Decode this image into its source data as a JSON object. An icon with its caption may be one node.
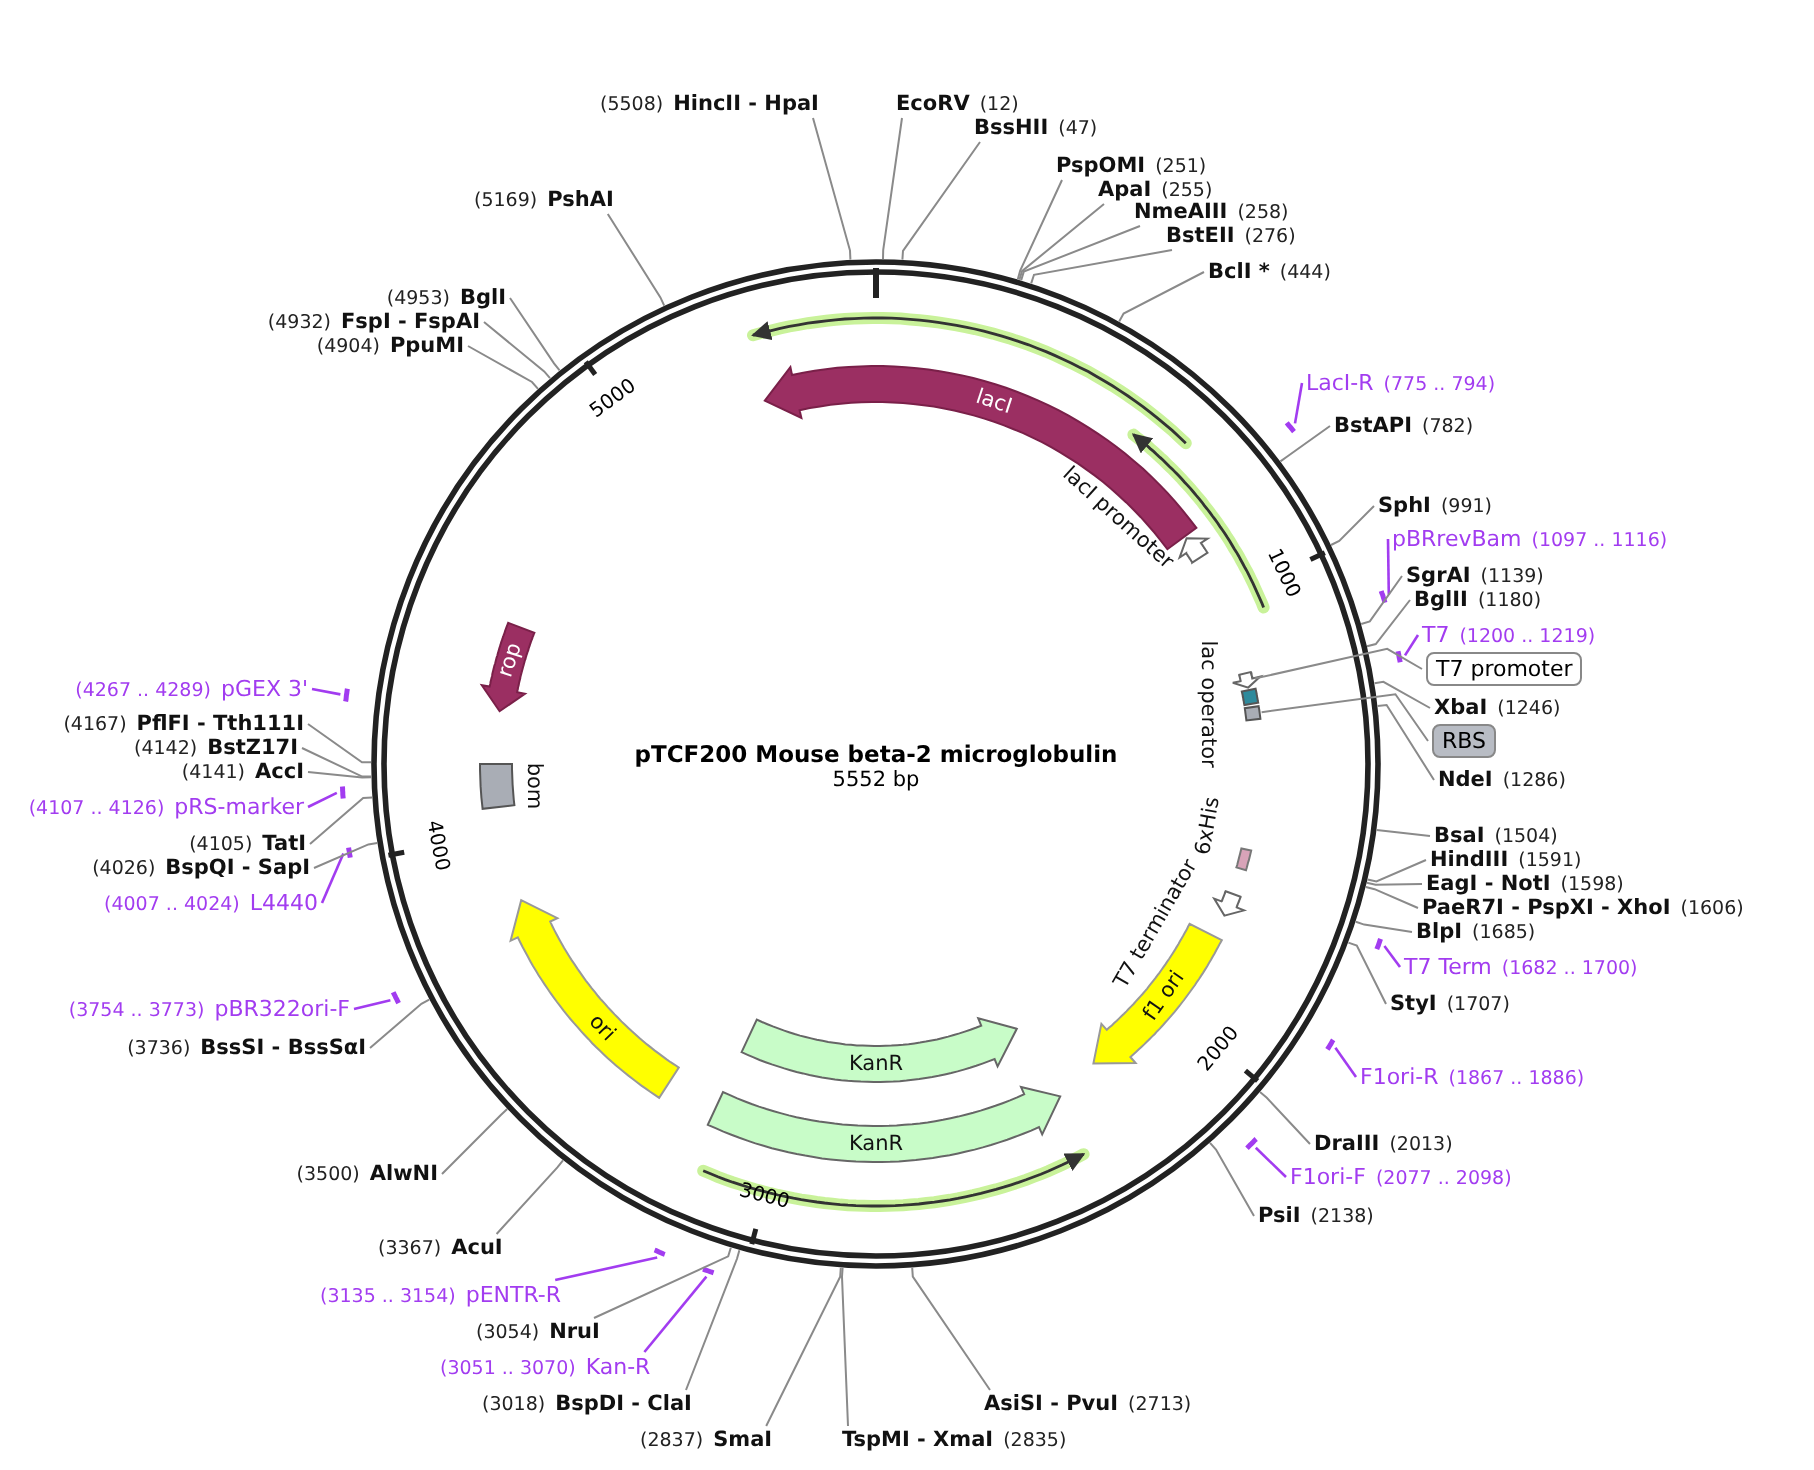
{
  "diagram": {
    "title": "pTCF200 Mouse beta-2 microglobulin",
    "nodes": [
      {
        "text": [
          "lacI"
        ]
      },
      {
        "text": [
          "lacI promoter"
        ]
      },
      {
        "text": [],
        "shape": "arrow"
      },
      {
        "text": [
          "lac operator"
        ]
      },
      {
        "text": [],
        "shape": "box"
      },
      {
        "text": [
          "6xHis"
        ]
      },
      {
        "text": [
          "T7 terminator"
        ]
      },
      {
        "text": [
          "f1 ori"
        ]
      },
      {
        "text": [
          "KanR"
        ]
      },
      {
        "text": [
          "KanR"
        ]
      },
      {
        "text": [
          "ori"
        ]
      },
      {
        "text": [
          "bom"
        ]
      },
      {
        "text": [
          "rop"
        ]
      },
      {
        "text": [
          "HincII - HpaI"
        ],
        "beside": [
          "(5508)"
        ]
      },
      {
        "text": [
          "EcoRV"
        ],
        "beside": [
          "(12)"
        ]
      },
      {
        "text": [
          "BssHII"
        ],
        "beside": [
          "(47)"
        ]
      },
      {
        "text": [
          "PspOMI"
        ],
        "beside": [
          "(251)"
        ]
      },
      {
        "text": [
          "ApaI"
        ],
        "beside": [
          "(255)"
        ]
      },
      {
        "text": [
          "NmeAIII"
        ],
        "beside": [
          "(258)"
        ]
      },
      {
        "text": [
          "BstEII"
        ],
        "beside": [
          "(276)"
        ]
      },
      {
        "text": [
          "BclI *"
        ],
        "beside": [
          "(444)"
        ]
      },
      {
        "text": [
          "LacI-R"
        ],
        "beside": [
          "(775 .. 794)"
        ]
      },
      {
        "text": [
          "BstAPI"
        ],
        "beside": [
          "(782)"
        ]
      },
      {
        "text": [
          "SphI"
        ],
        "beside": [
          "(991)"
        ]
      },
      {
        "text": [
          "pBRrevBam"
        ],
        "beside": [
          "(1097 .. 1116)"
        ]
      },
      {
        "text": [
          "SgrAI"
        ],
        "beside": [
          "(1139)"
        ]
      },
      {
        "text": [
          "BglII"
        ],
        "beside": [
          "(1180)"
        ]
      },
      {
        "text": [
          "T7"
        ],
        "beside": [
          "(1200 .. 1219)"
        ]
      },
      {
        "text": [
          "T7 promoter"
        ]
      },
      {
        "text": [
          "XbaI"
        ],
        "beside": [
          "(1246)"
        ]
      },
      {
        "text": [
          "RBS"
        ]
      },
      {
        "text": [
          "NdeI"
        ],
        "beside": [
          "(1286)"
        ]
      },
      {
        "text": [
          "BsaI"
        ],
        "beside": [
          "(1504)"
        ]
      },
      {
        "text": [
          "HindIII"
        ],
        "beside": [
          "(1591)"
        ]
      },
      {
        "text": [
          "EagI - NotI"
        ],
        "beside": [
          "(1598)"
        ]
      },
      {
        "text": [
          "PaeR7I - PspXI - XhoI"
        ],
        "beside": [
          "(1606)"
        ]
      },
      {
        "text": [
          "BlpI"
        ],
        "beside": [
          "(1685)"
        ]
      },
      {
        "text": [
          "T7 Term"
        ],
        "beside": [
          "(1682 .. 1700)"
        ]
      },
      {
        "text": [
          "StyI"
        ],
        "beside": [
          "(1707)"
        ]
      },
      {
        "text": [
          "F1ori-R"
        ],
        "beside": [
          "(1867 .. 1886)"
        ]
      },
      {
        "text": [
          "DraIII"
        ],
        "beside": [
          "(2013)"
        ]
      },
      {
        "text": [
          "F1ori-F"
        ],
        "beside": [
          "(2077 .. 2098)"
        ]
      },
      {
        "text": [
          "PsiI"
        ],
        "beside": [
          "(2138)"
        ]
      },
      {
        "text": [
          "AsiSI - PvuI"
        ],
        "beside": [
          "(2713)"
        ]
      },
      {
        "text": [
          "TspMI - XmaI"
        ],
        "beside": [
          "(2835)"
        ]
      },
      {
        "text": [
          "SmaI"
        ],
        "beside": [
          "(2837)"
        ]
      },
      {
        "text": [
          "BspDI - ClaI"
        ],
        "beside": [
          "(3018)"
        ]
      },
      {
        "text": [
          "Kan-R"
        ],
        "beside": [
          "(3051 .. 3070)"
        ]
      },
      {
        "text": [
          "NruI"
        ],
        "beside": [
          "(3054)"
        ]
      },
      {
        "text": [
          "pENTR-R"
        ],
        "beside": [
          "(3135 .. 3154)"
        ]
      },
      {
        "text": [
          "AcuI"
        ],
        "beside": [
          "(3367)"
        ]
      },
      {
        "text": [
          "AlwNI"
        ],
        "beside": [
          "(3500)"
        ]
      },
      {
        "text": [
          "BssSI - BssSαI"
        ],
        "beside": [
          "(3736)"
        ]
      },
      {
        "text": [
          "pBR322ori-F"
        ],
        "beside": [
          "(3754 .. 3773)"
        ]
      },
      {
        "text": [
          "L4440"
        ],
        "beside": [
          "(4007 .. 4024)"
        ]
      },
      {
        "text": [
          "BspQI - SapI"
        ],
        "beside": [
          "(4026)"
        ]
      },
      {
        "text": [
          "TatI"
        ],
        "beside": [
          "(4105)"
        ]
      },
      {
        "text": [
          "pRS-marker"
        ],
        "beside": [
          "(4107 .. 4126)"
        ]
      },
      {
        "text": [
          "AccI"
        ],
        "beside": [
          "(4141)"
        ]
      },
      {
        "text": [
          "BstZ17I"
        ],
        "beside": [
          "(4142)"
        ]
      },
      {
        "text": [
          "PflFI - Tth111I"
        ],
        "beside": [
          "(4167)"
        ]
      },
      {
        "text": [
          "pGEX 3'"
        ],
        "beside": [
          "(4267 .. 4289)"
        ]
      },
      {
        "text": [
          "PpuMI"
        ],
        "beside": [
          "(4904)"
        ]
      },
      {
        "text": [
          "FspI - FspAI"
        ],
        "beside": [
          "(4932)"
        ]
      },
      {
        "text": [
          "BglI"
        ],
        "beside": [
          "(4953)"
        ]
      },
      {
        "text": [
          "PshAI"
        ],
        "beside": [
          "(5169)"
        ]
      },
      {
        "text": [],
        "shape": "bar"
      },
      {
        "text": [],
        "shape": "bar"
      },
      {
        "text": [],
        "shape": "bar"
      },
      {
        "text": [],
        "shape": "bar"
      },
      {
        "text": [],
        "shape": "bar"
      },
      {
        "text": [],
        "shape": "bar"
      },
      {
        "text": [],
        "shape": "bar"
      },
      {
        "text": [],
        "shape": "bar"
      },
      {
        "text": [],
        "shape": "bar"
      },
      {
        "text": [],
        "shape": "bar"
      },
      {
        "text": [],
        "shape": "bar"
      },
      {
        "text": [],
        "shape": "bar"
      }
    ],
    "edges": [
      {
        "from": 13,
        "to": null,
        "arrow": "none"
      },
      {
        "from": 14,
        "to": null,
        "arrow": "none"
      },
      {
        "from": 15,
        "to": null,
        "arrow": "none"
      },
      {
        "from": 16,
        "to": null,
        "arrow": "none"
      },
      {
        "from": 17,
        "to": null,
        "arrow": "none"
      },
      {
        "from": 18,
        "to": null,
        "arrow": "none"
      },
      {
        "from": 19,
        "to": null,
        "arrow": "none"
      },
      {
        "from": 20,
        "to": null,
        "arrow": "none"
      },
      {
        "from": 21,
        "to": 66,
        "arrow": "none",
        "color": "#a23cf0"
      },
      {
        "from": 22,
        "to": null,
        "arrow": "none"
      },
      {
        "from": 23,
        "to": null,
        "arrow": "none"
      },
      {
        "from": 24,
        "to": 67,
        "arrow": "none",
        "color": "#a23cf0"
      },
      {
        "from": 25,
        "to": null,
        "arrow": "none"
      },
      {
        "from": 26,
        "to": null,
        "arrow": "none"
      },
      {
        "from": 27,
        "to": 68,
        "arrow": "none",
        "color": "#a23cf0"
      },
      {
        "from": 28,
        "to": 2,
        "arrow": "none"
      },
      {
        "from": 29,
        "to": null,
        "arrow": "none"
      },
      {
        "from": 30,
        "to": 4,
        "arrow": "none"
      },
      {
        "from": 31,
        "to": null,
        "arrow": "none"
      },
      {
        "from": 32,
        "to": null,
        "arrow": "none"
      },
      {
        "from": 33,
        "to": null,
        "arrow": "none"
      },
      {
        "from": 34,
        "to": null,
        "arrow": "none"
      },
      {
        "from": 35,
        "to": null,
        "arrow": "none"
      },
      {
        "from": 36,
        "to": null,
        "arrow": "none"
      },
      {
        "from": 37,
        "to": 69,
        "arrow": "none",
        "color": "#a23cf0"
      },
      {
        "from": 38,
        "to": null,
        "arrow": "none"
      },
      {
        "from": 39,
        "to": 70,
        "arrow": "none",
        "color": "#a23cf0"
      },
      {
        "from": 40,
        "to": null,
        "arrow": "none"
      },
      {
        "from": 41,
        "to": 71,
        "arrow": "none",
        "color": "#a23cf0"
      },
      {
        "from": 42,
        "to": null,
        "arrow": "none"
      },
      {
        "from": 43,
        "to": null,
        "arrow": "none"
      },
      {
        "from": 44,
        "to": null,
        "arrow": "none"
      },
      {
        "from": 45,
        "to": null,
        "arrow": "none"
      },
      {
        "from": 46,
        "to": null,
        "arrow": "none"
      },
      {
        "from": 47,
        "to": 72,
        "arrow": "none",
        "color": "#a23cf0"
      },
      {
        "from": 48,
        "to": null,
        "arrow": "none"
      },
      {
        "from": 49,
        "to": 73,
        "arrow": "none",
        "color": "#a23cf0"
      },
      {
        "from": 50,
        "to": null,
        "arrow": "none"
      },
      {
        "from": 51,
        "to": null,
        "arrow": "none"
      },
      {
        "from": 52,
        "to": null,
        "arrow": "none"
      },
      {
        "from": 53,
        "to": 74,
        "arrow": "none",
        "color": "#a23cf0"
      },
      {
        "from": 54,
        "to": 75,
        "arrow": "none",
        "color": "#a23cf0"
      },
      {
        "from": 55,
        "to": null,
        "arrow": "none"
      },
      {
        "from": 56,
        "to": null,
        "arrow": "none"
      },
      {
        "from": 57,
        "to": 76,
        "arrow": "none",
        "color": "#a23cf0"
      },
      {
        "from": 58,
        "to": null,
        "arrow": "none"
      },
      {
        "from": 59,
        "to": null,
        "arrow": "none"
      },
      {
        "from": 60,
        "to": null,
        "arrow": "none"
      },
      {
        "from": 61,
        "to": 77,
        "arrow": "none",
        "color": "#a23cf0"
      },
      {
        "from": 62,
        "to": null,
        "arrow": "none"
      },
      {
        "from": 63,
        "to": null,
        "arrow": "none"
      },
      {
        "from": 64,
        "to": null,
        "arrow": "none"
      },
      {
        "from": 65,
        "to": null,
        "arrow": "none"
      }
    ],
    "labels": [
      "5552 bp",
      "1000",
      "2000",
      "3000",
      "4000",
      "5000"
    ]
  }
}
